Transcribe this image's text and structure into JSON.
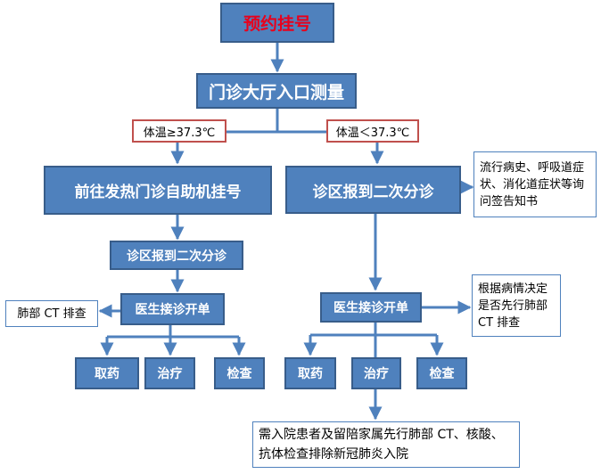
{
  "nodes": {
    "register": "预约挂号",
    "measure": "门诊大厅入口测量",
    "temp_high": "体温≥37.3℃",
    "temp_low": "体温＜37.3℃",
    "fever_clinic": "前往发热门诊自助机挂号",
    "triage_right": "诊区报到二次分诊",
    "triage_left": "诊区报到二次分诊",
    "doctor_left": "医生接诊开单",
    "doctor_right": "医生接诊开单",
    "medicine_left": "取药",
    "treatment_left": "治疗",
    "exam_left": "检查",
    "medicine_right": "取药",
    "treatment_right": "治疗",
    "exam_right": "检查"
  },
  "notes": {
    "history_inquiry": "流行病史、呼吸道症状、消化道症状等询问签告知书",
    "lung_ct_left": "肺部 CT 排查",
    "ct_decision": "根据病情决定是否先行肺部 CT 排查",
    "inpatient": "需入院患者及留陪家属先行肺部 CT、核酸、抗体检查排除新冠肺炎入院"
  },
  "colors": {
    "box_fill": "#4f81bd",
    "box_border": "#385d8a",
    "condition_border": "#c0504d",
    "title_text": "#e8001c",
    "line": "#4f81bd"
  }
}
